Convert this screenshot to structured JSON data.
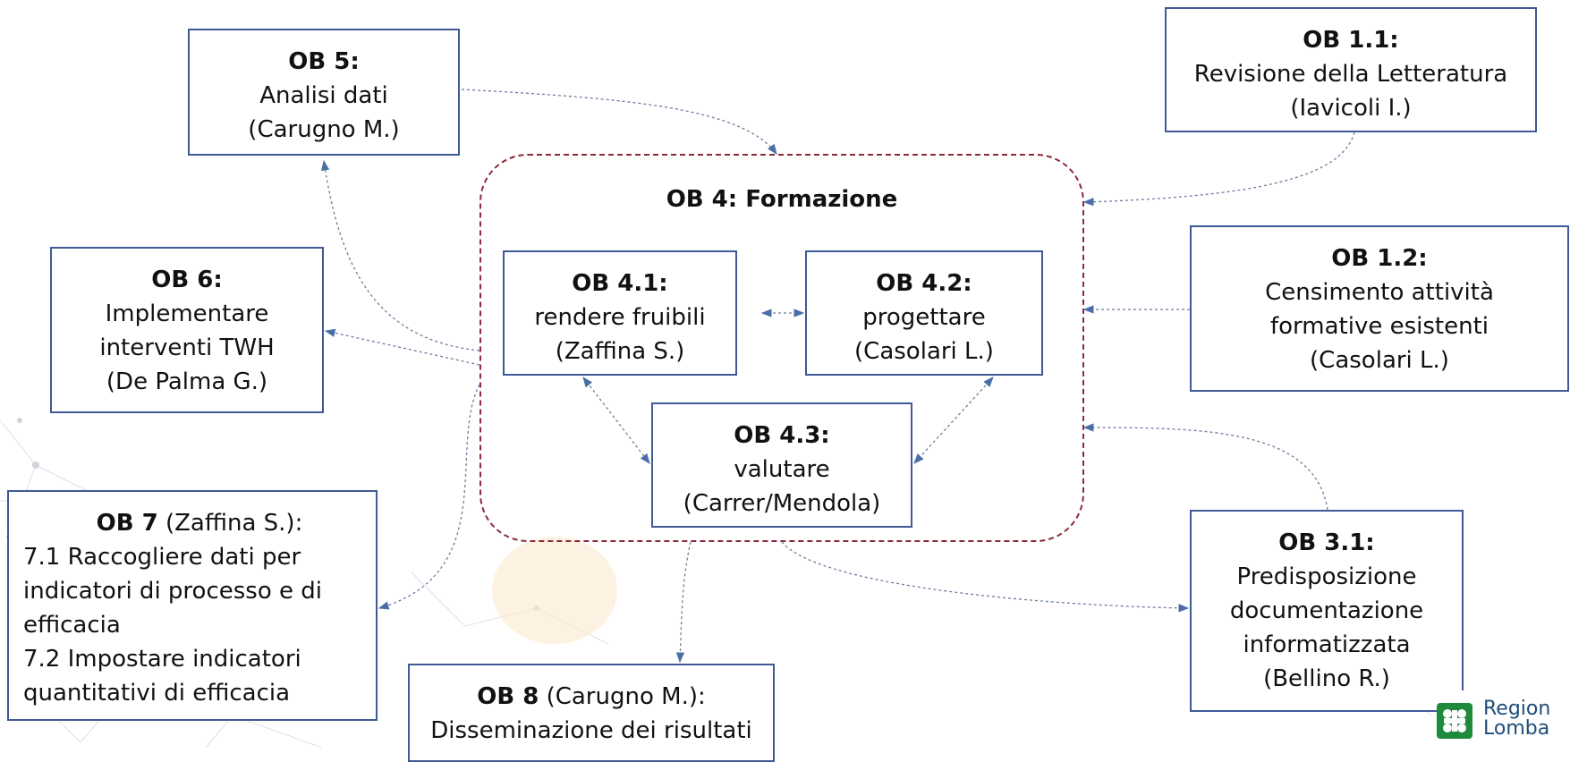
{
  "ob5": {
    "title": "OB 5:",
    "line1": "Analisi dati",
    "line2": "(Carugno M.)"
  },
  "ob6": {
    "title": "OB 6:",
    "line1": "Implementare",
    "line2": "interventi TWH",
    "line3": "(De Palma G.)"
  },
  "ob7": {
    "title": "OB 7",
    "title_rest": " (Zaffina S.):",
    "line1": "7.1 Raccogliere dati per",
    "line2": "indicatori di processo e di",
    "line3": "efficacia",
    "line4": "7.2 Impostare indicatori",
    "line5": "quantitativi di efficacia"
  },
  "ob8": {
    "title": "OB 8",
    "title_rest": " (Carugno M.):",
    "line1": "Disseminazione dei risultati"
  },
  "ob11": {
    "title": "OB 1.1:",
    "line1": "Revisione della Letteratura",
    "line2": "(Iavicoli I.)"
  },
  "ob12": {
    "title": "OB 1.2:",
    "line1": "Censimento attività",
    "line2": "formative esistenti",
    "line3": "(Casolari L.)"
  },
  "ob31": {
    "title": "OB 3.1:",
    "line1": "Predisposizione",
    "line2": "documentazione",
    "line3": "informatizzata",
    "line4": "(Bellino R.)"
  },
  "ob4": {
    "title": "OB 4: Formazione"
  },
  "ob41": {
    "title": "OB 4.1:",
    "line1": "rendere fruibili",
    "line2": "(Zaffina S.)"
  },
  "ob42": {
    "title": "OB 4.2:",
    "line1": "progettare",
    "line2": "(Casolari L.)"
  },
  "ob43": {
    "title": "OB 4.3:",
    "line1": "valutare",
    "line2": "(Carrer/Mendola)"
  },
  "logo": {
    "line1": "Region",
    "line2": "Lomba"
  },
  "colors": {
    "box_border": "#3f5a95",
    "group_border": "#8b2b3a",
    "arrow": "#4a6da7"
  }
}
